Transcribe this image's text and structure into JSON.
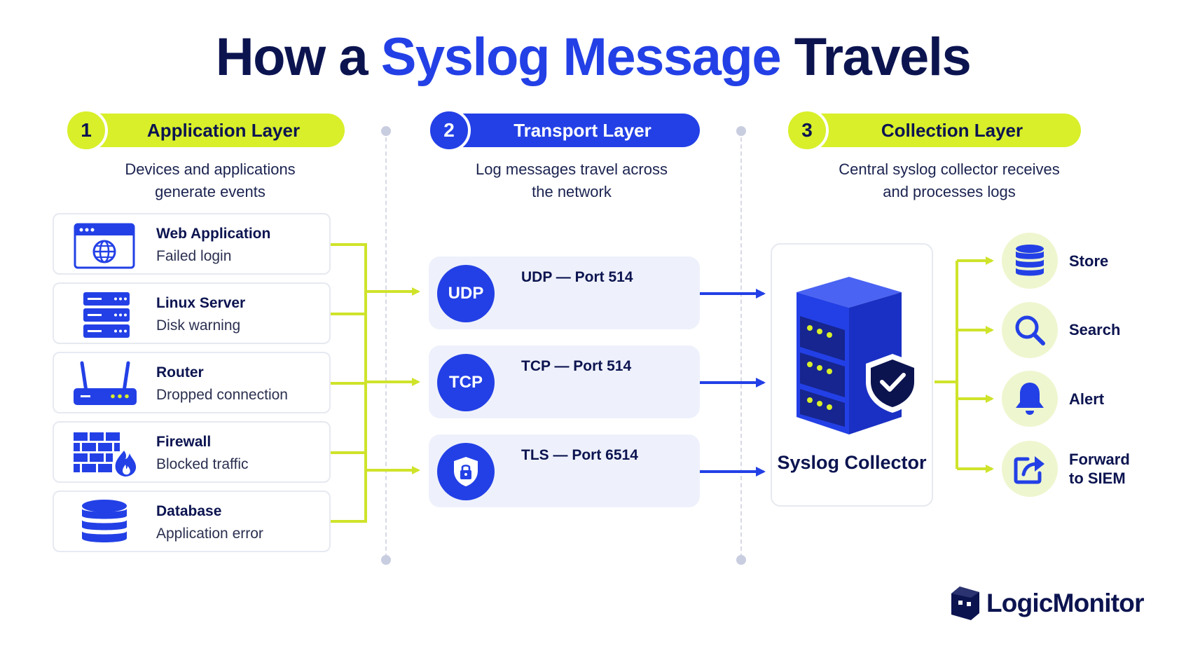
{
  "title": {
    "part1": "How a",
    "accent": "Syslog Message",
    "part2": "Travels"
  },
  "layers": [
    {
      "number": "1",
      "label": "Application Layer",
      "subtitle_line1": "Devices and applications",
      "subtitle_line2": "generate events"
    },
    {
      "number": "2",
      "label": "Transport Layer",
      "subtitle_line1": "Log messages travel across",
      "subtitle_line2": "the network"
    },
    {
      "number": "3",
      "label": "Collection Layer",
      "subtitle_line1": "Central syslog collector receives",
      "subtitle_line2": "and processes logs"
    }
  ],
  "devices": [
    {
      "name": "Web Application",
      "event": "Failed login",
      "icon": "browser-globe-icon"
    },
    {
      "name": "Linux Server",
      "event": "Disk warning",
      "icon": "server-rack-icon"
    },
    {
      "name": "Router",
      "event": "Dropped connection",
      "icon": "router-icon"
    },
    {
      "name": "Firewall",
      "event": "Blocked traffic",
      "icon": "firewall-icon"
    },
    {
      "name": "Database",
      "event": "Application error",
      "icon": "database-icon"
    }
  ],
  "protocols": [
    {
      "badge": "UDP",
      "label": "UDP — Port 514"
    },
    {
      "badge": "TCP",
      "label": "TCP — Port 514"
    },
    {
      "badge": "",
      "badge_icon": "lock-shield-icon",
      "label": "TLS — Port 6514"
    }
  ],
  "collector": {
    "label": "Syslog Collector",
    "icon": "server-shield-icon"
  },
  "actions": [
    {
      "label": "Store",
      "icon": "database-icon"
    },
    {
      "label": "Search",
      "icon": "search-icon"
    },
    {
      "label": "Alert",
      "icon": "bell-icon"
    },
    {
      "label_line1": "Forward",
      "label_line2": "to SIEM",
      "icon": "share-forward-icon"
    }
  ],
  "brand": {
    "name": "LogicMonitor"
  },
  "colors": {
    "navy": "#0c1450",
    "blue": "#2340e6",
    "lime": "#d8ef2a",
    "lime_line": "#cfe32a"
  }
}
